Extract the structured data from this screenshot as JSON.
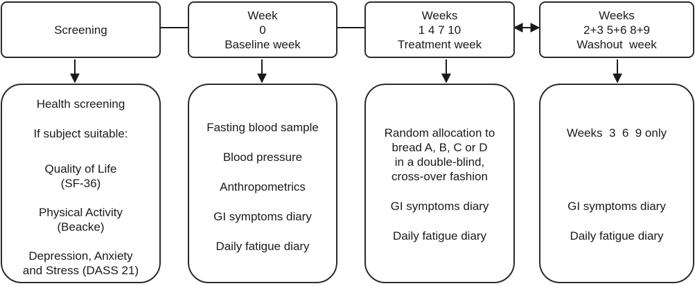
{
  "header": {
    "screening": [
      "Screening"
    ],
    "baseline": [
      "Week",
      "0",
      "Baseline week"
    ],
    "treatment": [
      "Weeks",
      "1 4 7 10",
      "Treatment week"
    ],
    "washout": [
      "Weeks",
      "2+3 5+6 8+9",
      "Washout  week"
    ]
  },
  "detail": {
    "screening": {
      "heading": "Health screening",
      "suitable": "If subject suitable:",
      "qol": [
        "Quality of Life",
        "(SF-36)"
      ],
      "pa": [
        "Physical Activity",
        "(Beacke)"
      ],
      "dass": [
        "Depression, Anxiety",
        "and Stress (DASS 21)"
      ]
    },
    "baseline": [
      "Fasting blood sample",
      "Blood pressure",
      "Anthropometrics",
      "GI symptoms diary",
      "Daily fatigue diary"
    ],
    "treatment": {
      "allocation": [
        "Random allocation to",
        "bread A, B, C or D",
        "in a double-blind,",
        "cross-over fashion"
      ],
      "gi": "GI symptoms diary",
      "fatigue": "Daily fatigue diary"
    },
    "washout": {
      "weeks_note": "Weeks  3  6  9 only",
      "gi": "GI symptoms diary",
      "fatigue": "Daily fatigue diary"
    }
  }
}
